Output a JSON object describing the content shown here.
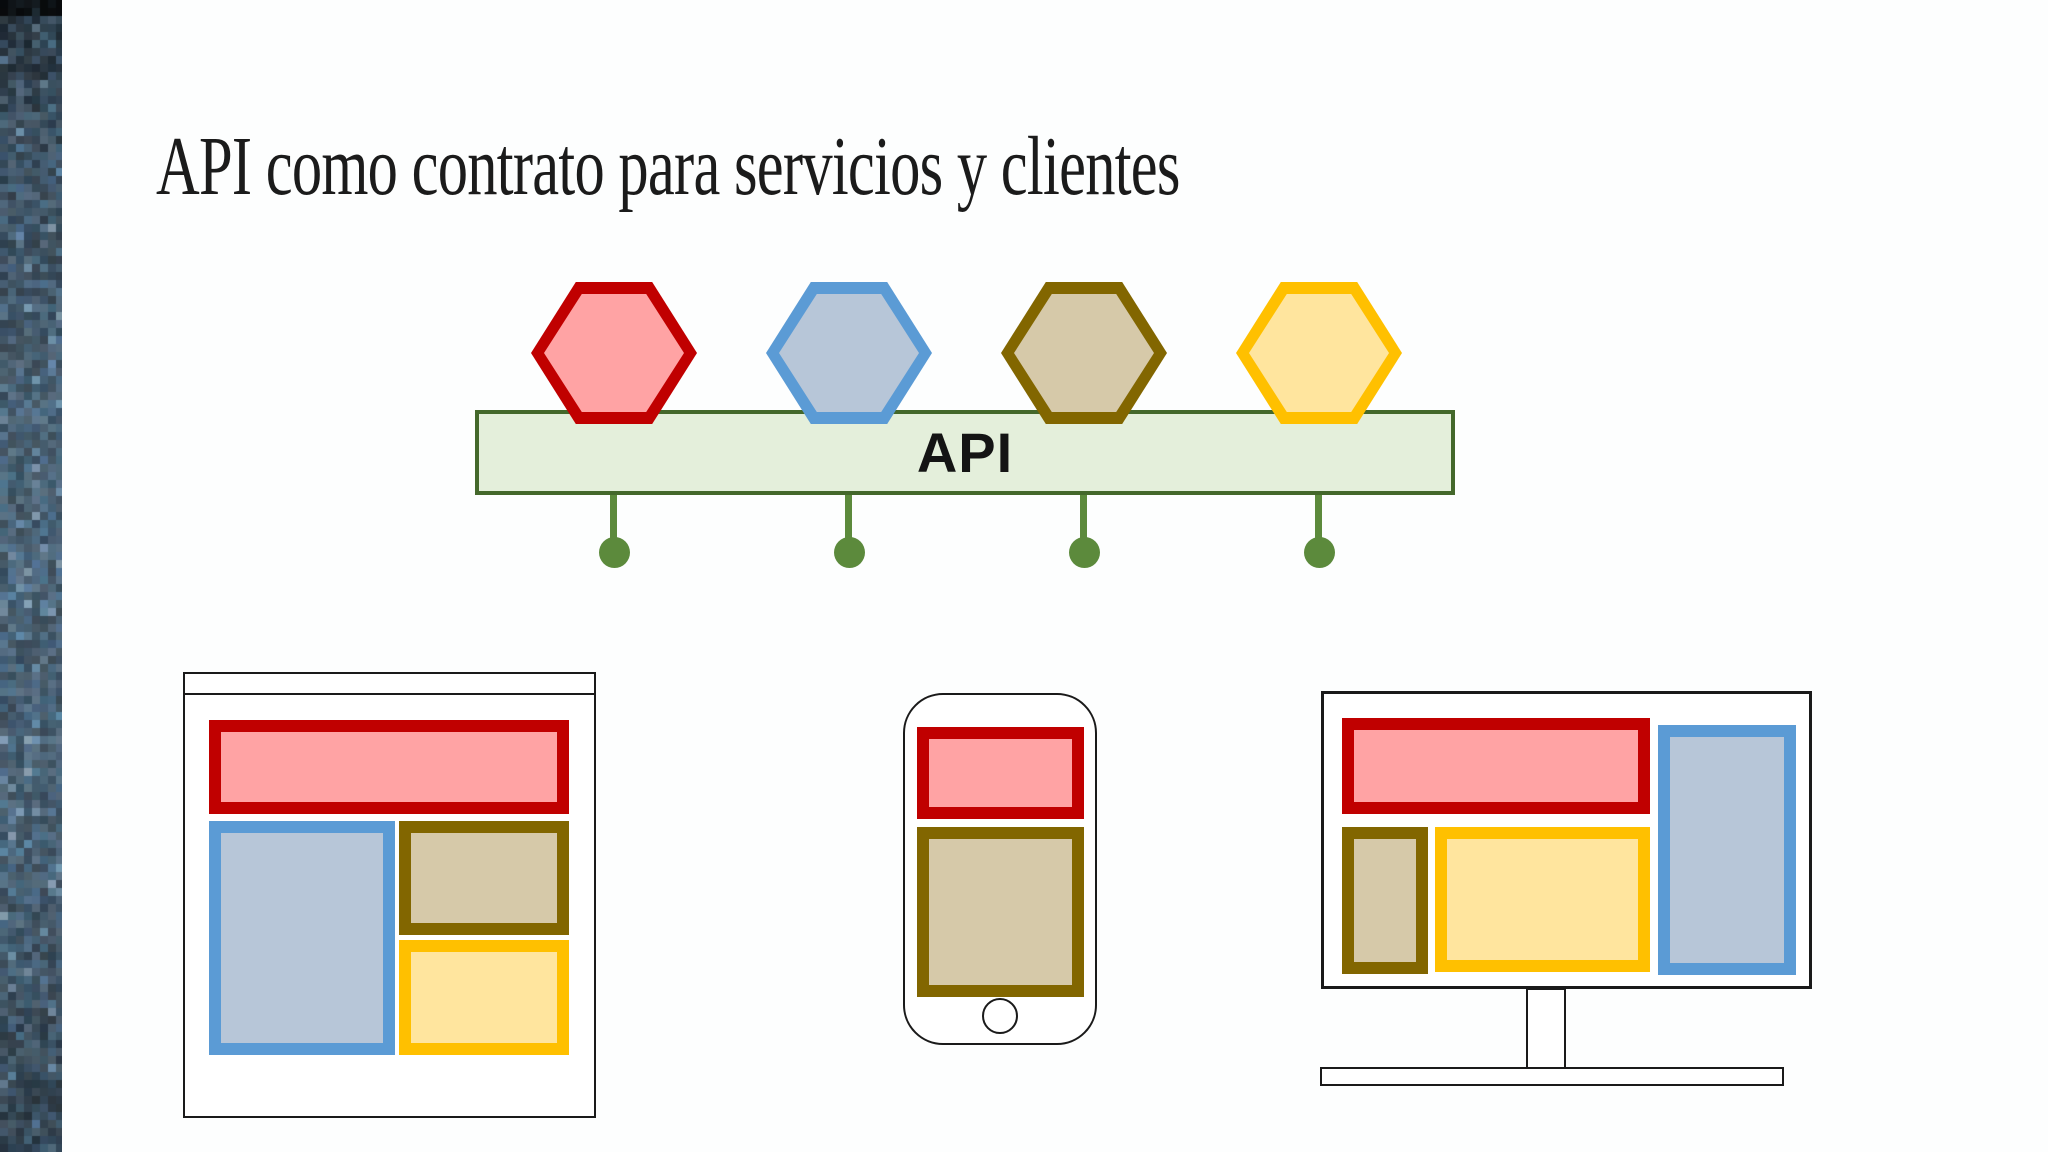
{
  "slide": {
    "title": "API como contrato para servicios y clientes",
    "api_bar": {
      "label": "API",
      "fill": "#E4EFDB",
      "border": "#44682B"
    },
    "connector_color": "#5C8A3C",
    "services": [
      {
        "name": "service-red",
        "border": "#C00000",
        "fill": "#FFA3A4"
      },
      {
        "name": "service-blue",
        "border": "#5B9BD5",
        "fill": "#B7C6D8"
      },
      {
        "name": "service-olive",
        "border": "#826600",
        "fill": "#D6C9A9"
      },
      {
        "name": "service-yellow",
        "border": "#FFC000",
        "fill": "#FFE59E"
      }
    ],
    "clients": [
      {
        "type": "browser-window",
        "blocks": [
          "red-header",
          "blue-main",
          "olive-panel",
          "yellow-panel"
        ]
      },
      {
        "type": "smartphone",
        "blocks": [
          "red-header",
          "olive-main"
        ]
      },
      {
        "type": "desktop-monitor",
        "blocks": [
          "red-header",
          "blue-sidebar",
          "olive-panel",
          "yellow-panel"
        ]
      }
    ],
    "sidebar_texture_colors": {
      "dark": "#16242E",
      "mid": "#4E6678",
      "light": "#7F96A4"
    }
  }
}
